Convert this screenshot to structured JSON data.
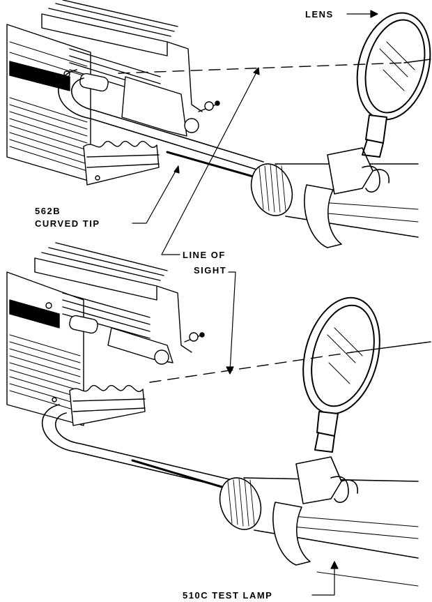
{
  "labels": {
    "lens": "LENS",
    "tip_line1": "562B",
    "tip_line2": "CURVED TIP",
    "sight_line1": "LINE OF",
    "sight_line2": "SIGHT",
    "test_lamp": "510C TEST LAMP"
  },
  "colors": {
    "ink": "#000000",
    "paper": "#ffffff"
  }
}
